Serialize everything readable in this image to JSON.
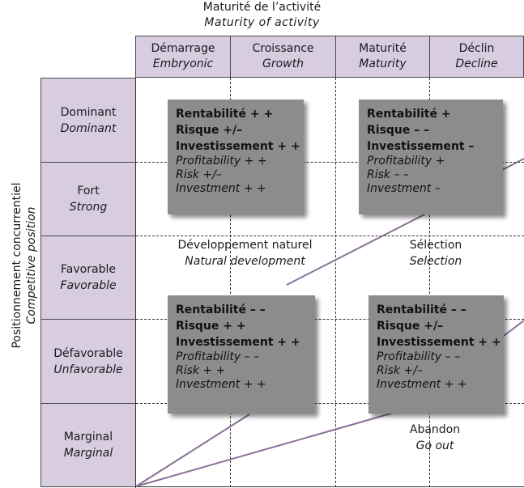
{
  "x_axis_title": {
    "fr": "Maturité de l’activité",
    "en": "Maturity of activity"
  },
  "y_axis_title": {
    "fr": "Positionnement concurrentiel",
    "en": "Competitive position"
  },
  "columns": [
    {
      "fr": "Démarrage",
      "en": "Embryonic"
    },
    {
      "fr": "Croissance",
      "en": "Growth"
    },
    {
      "fr": "Maturité",
      "en": "Maturity"
    },
    {
      "fr": "Déclin",
      "en": "Decline"
    }
  ],
  "rows": [
    {
      "fr": "Dominant",
      "en": "Dominant"
    },
    {
      "fr": "Fort",
      "en": "Strong"
    },
    {
      "fr": "Favorable",
      "en": "Favorable"
    },
    {
      "fr": "Défavorable",
      "en": "Unfavorable"
    },
    {
      "fr": "Marginal",
      "en": "Marginal"
    }
  ],
  "boxes": [
    {
      "fr": [
        "Rentabilité + +",
        "Risque +/–",
        "Investissement + +"
      ],
      "en": [
        "Profitability + +",
        "Risk +/–",
        "Investment + +"
      ]
    },
    {
      "fr": [
        "Rentabilité +",
        "Risque – –",
        "Investissement –"
      ],
      "en": [
        "Profitability +",
        "Risk – –",
        "Investment –"
      ]
    },
    {
      "fr": [
        "Rentabilité – –",
        "Risque + +",
        "Investissement + +"
      ],
      "en": [
        "Profitability – –",
        "Risk + +",
        "Investment + +"
      ]
    },
    {
      "fr": [
        "Rentabilité – –",
        "Risque +/–",
        "Investissement + +"
      ],
      "en": [
        "Profitability – –",
        "Risk +/–",
        "Investment + +"
      ]
    }
  ],
  "zones": [
    {
      "fr": "Développement naturel",
      "en": "Natural development"
    },
    {
      "fr": "Sélection",
      "en": "Selection"
    },
    {
      "fr": "Abandon",
      "en": "Go out"
    }
  ],
  "colors": {
    "header_fill": "#d8cce0",
    "box_fill": "#8c8c8c",
    "divider_line": "#8a6f96"
  }
}
